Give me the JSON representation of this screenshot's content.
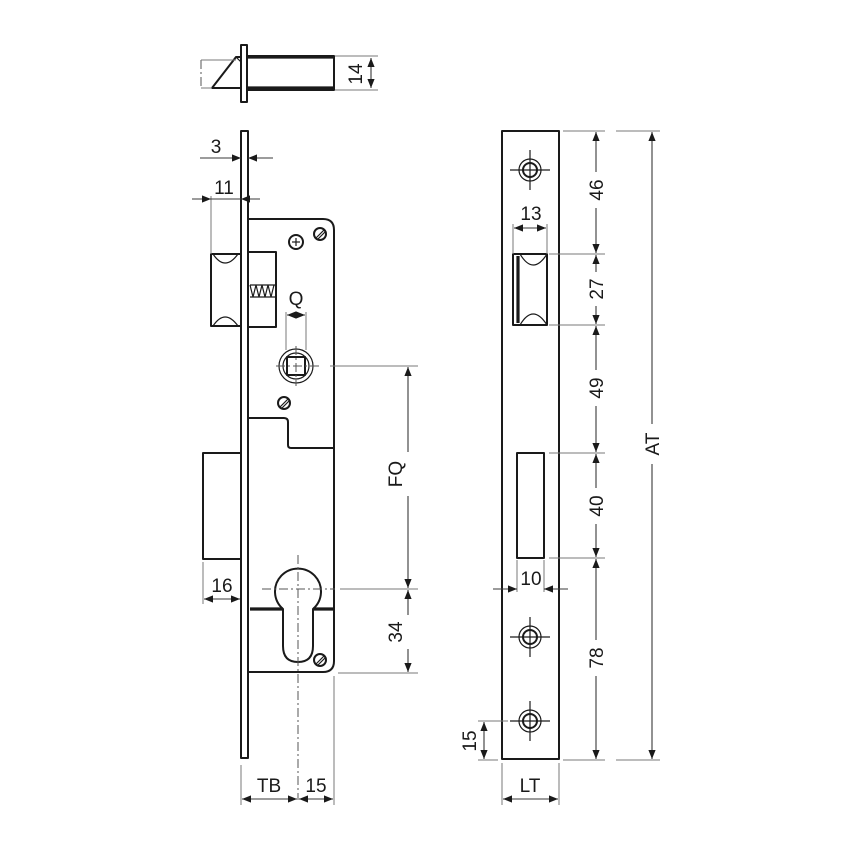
{
  "drawing": {
    "title": "Mortise lock with faceplate and strike plate - dimensional drawing",
    "colors": {
      "line": "#1a1a1a",
      "dimension": "#3a3a3a",
      "background": "#ffffff"
    },
    "top_view": {
      "dimensions": {
        "latch_height": "14"
      }
    },
    "lock_body": {
      "dimensions": {
        "faceplate_thickness": "3",
        "latch_projection": "11",
        "bolt_projection": "16",
        "spindle_size": "Q",
        "spindle_to_cylinder": "FQ",
        "cylinder_to_bottom": "34",
        "backset": "TB",
        "cylinder_to_back": "15"
      }
    },
    "strike_plate": {
      "dimensions": {
        "top_to_latch": "46",
        "latch_opening_width": "13",
        "latch_opening_height": "27",
        "latch_to_bolt": "49",
        "bolt_opening_height": "40",
        "bolt_opening_width": "10",
        "bolt_to_bottom": "78",
        "screw_from_bottom": "15",
        "plate_width": "LT",
        "total_length": "AT"
      }
    }
  }
}
